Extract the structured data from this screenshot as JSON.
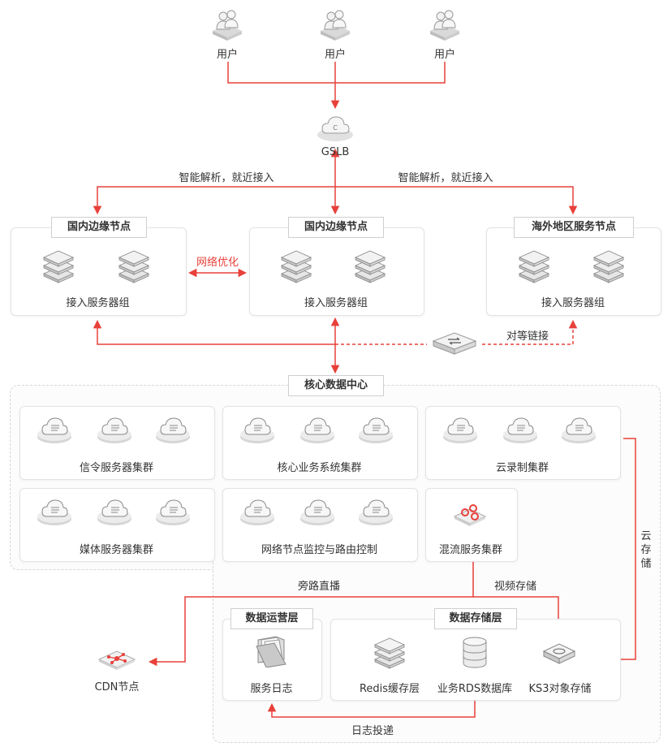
{
  "users": [
    {
      "label": "用户"
    },
    {
      "label": "用户"
    },
    {
      "label": "用户"
    }
  ],
  "gslb": {
    "label": "GSLB"
  },
  "resolve_labels": {
    "left": "智能解析，就近接入",
    "right": "智能解析，就近接入"
  },
  "edge_nodes": [
    {
      "title": "国内边缘节点",
      "caption": "接入服务器组"
    },
    {
      "title": "国内边缘节点",
      "caption": "接入服务器组"
    },
    {
      "title": "海外地区服务节点",
      "caption": "接入服务器组"
    }
  ],
  "network_opt_label": "网络优化",
  "peer_link_label": "对等链接",
  "core_dc": {
    "title": "核心数据中心"
  },
  "clusters": [
    {
      "caption": "信令服务器集群"
    },
    {
      "caption": "核心业务系统集群"
    },
    {
      "caption": "云录制集群"
    },
    {
      "caption": "媒体服务器集群"
    },
    {
      "caption": "网络节点监控与路由控制"
    },
    {
      "caption": "混流服务集群"
    }
  ],
  "cloud_storage_label": "云存储",
  "bypass_live_label": "旁路直播",
  "video_storage_label": "视频存储",
  "cdn": {
    "label": "CDN节点"
  },
  "ops_layer": {
    "title": "数据运营层",
    "items": [
      {
        "label": "服务日志"
      }
    ]
  },
  "storage_layer": {
    "title": "数据存储层",
    "items": [
      {
        "label": "Redis缓存层"
      },
      {
        "label": "业务RDS数据库"
      },
      {
        "label": "KS3对象存储"
      }
    ]
  },
  "log_delivery_label": "日志投递",
  "colors": {
    "accent": "#e8403a",
    "border": "#e3e3e3",
    "text": "#333333"
  }
}
